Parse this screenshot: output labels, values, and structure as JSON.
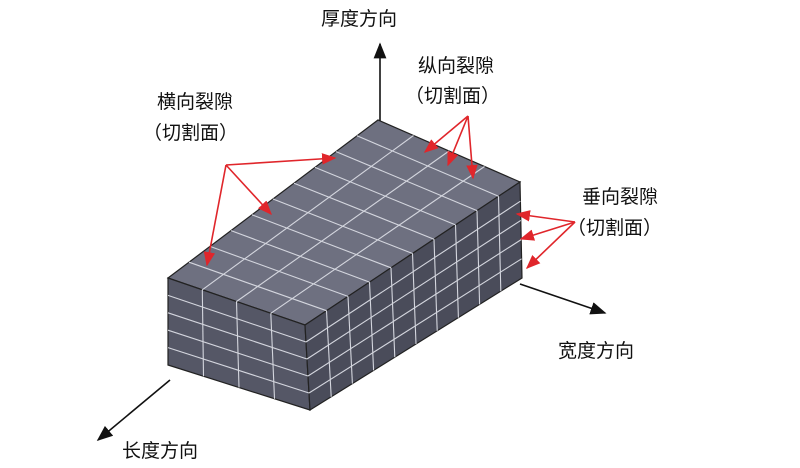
{
  "labels": {
    "thickness_axis": "厚度方向",
    "width_axis": "宽度方向",
    "length_axis": "长度方向",
    "longitudinal_crack": "纵向裂隙",
    "transverse_crack": "横向裂隙",
    "vertical_crack": "垂向裂隙",
    "cut_face": "（切割面）"
  },
  "colors": {
    "block_top": "#6e7080",
    "block_front": "#555766",
    "block_side": "#4a4c5a",
    "edge": "#d4d6de",
    "outline": "#222222",
    "arrow_red": "#e0262b",
    "axis_black": "#111111"
  }
}
